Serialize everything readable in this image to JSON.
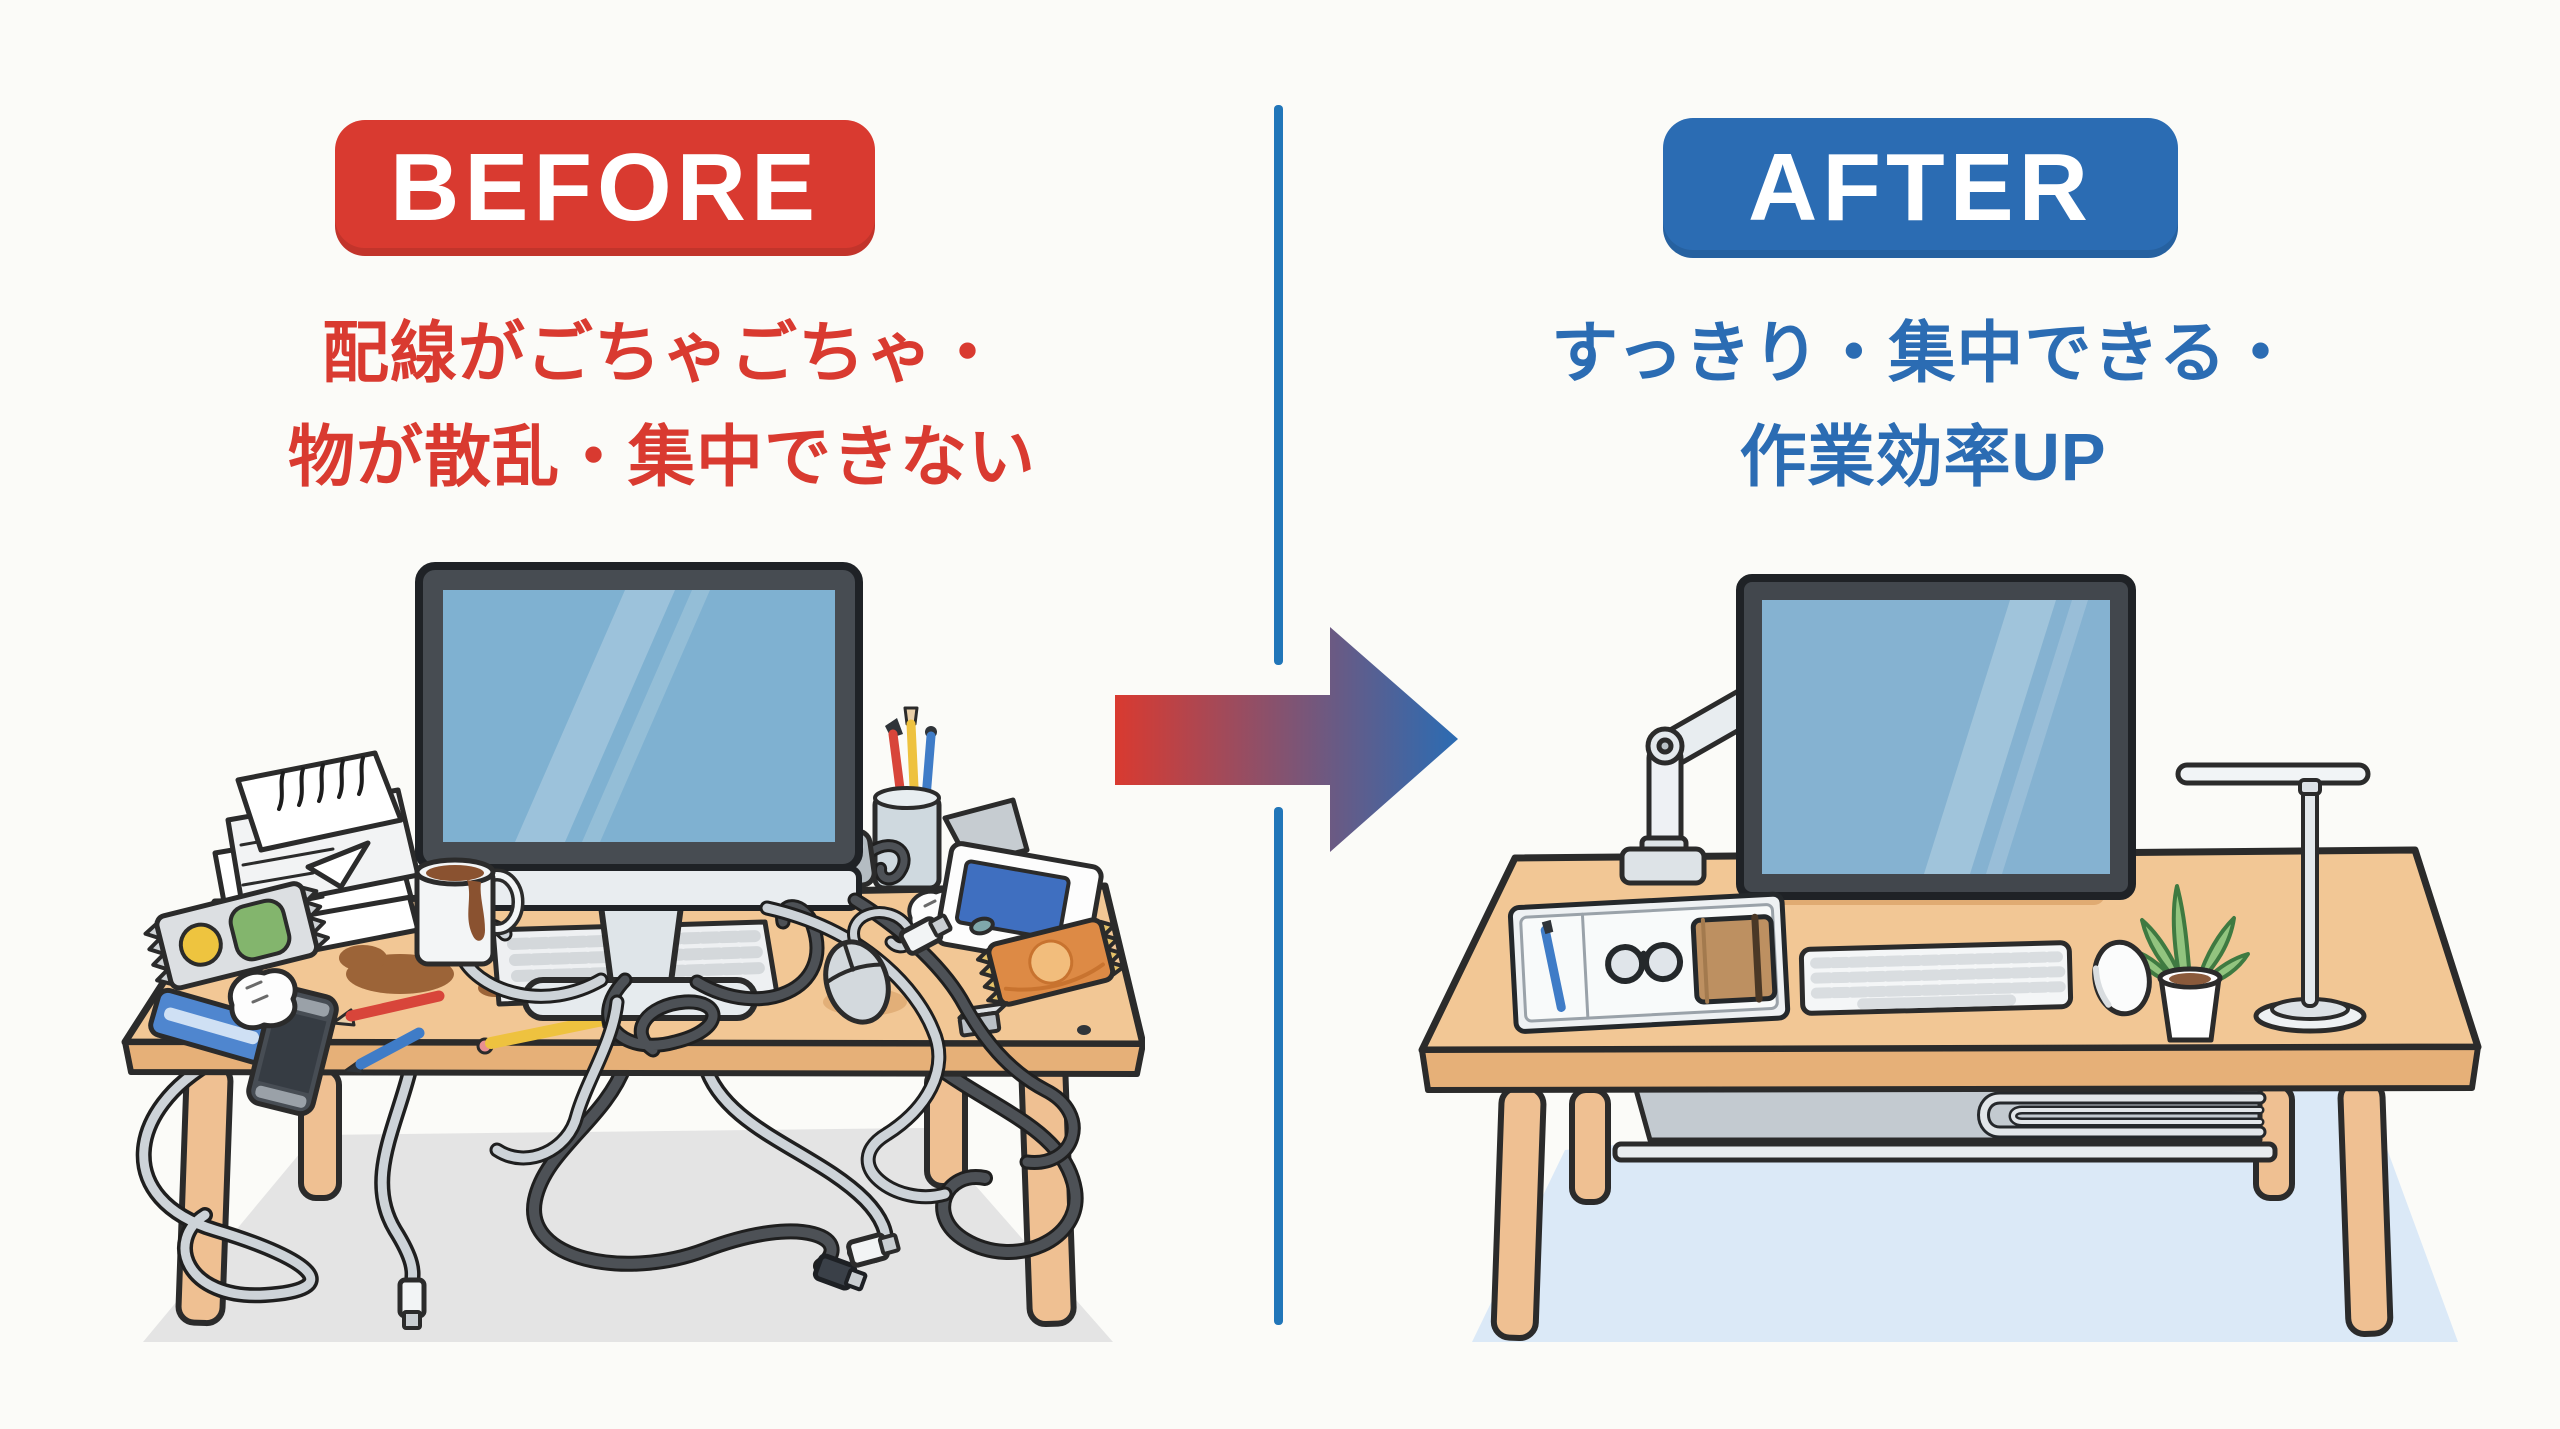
{
  "before": {
    "badge_label": "BEFORE",
    "caption_lines": [
      "配線がごちゃごちゃ・",
      "物が散乱・集中できない"
    ],
    "accent_color": "#d93a30",
    "illustration_alt": "messy desk: tangled cables, scattered papers, coffee spill, snacks, phone, cluttered keyboard and mouse"
  },
  "after": {
    "badge_label": "AFTER",
    "caption_lines": [
      "すっきり・集中できる・",
      "作業効率UP"
    ],
    "accent_color": "#2b6cb3",
    "illustration_alt": "tidy desk: monitor on arm, organizer tray with glasses and notebook, keyboard, mouse, plant, lamp, under-desk cable tray"
  },
  "divider_color": "#2176b9",
  "arrow": {
    "direction": "right",
    "from_color": "#d93a30",
    "to_color": "#2b6cb3"
  },
  "scene_colors": {
    "desk_wood": "#f2c795",
    "desk_edge": "#e6b078",
    "floor_shadow_before": "#e4e4e4",
    "floor_mat_after": "#dbe9f7",
    "monitor_screen": "#7fb1d1"
  }
}
